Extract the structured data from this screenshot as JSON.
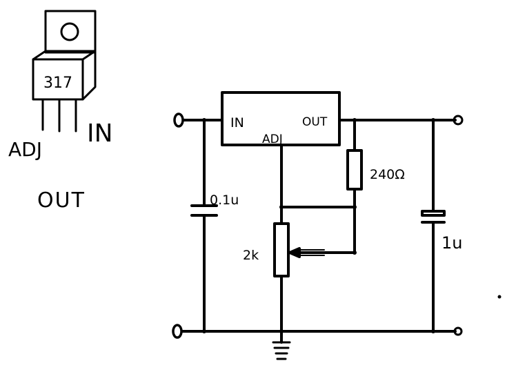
{
  "package": {
    "part_label": "317",
    "pin_labels": {
      "adj": "ADJ",
      "out": "OUT",
      "in": "IN"
    }
  },
  "regulator": {
    "in_label": "IN",
    "out_label": "OUT",
    "adj_label": "ADJ"
  },
  "components": {
    "input_cap": "0.1u",
    "resistor": "240Ω",
    "pot": "2k",
    "output_cap": "1u"
  },
  "colors": {
    "ink": "#000000",
    "paper": "#ffffff"
  }
}
